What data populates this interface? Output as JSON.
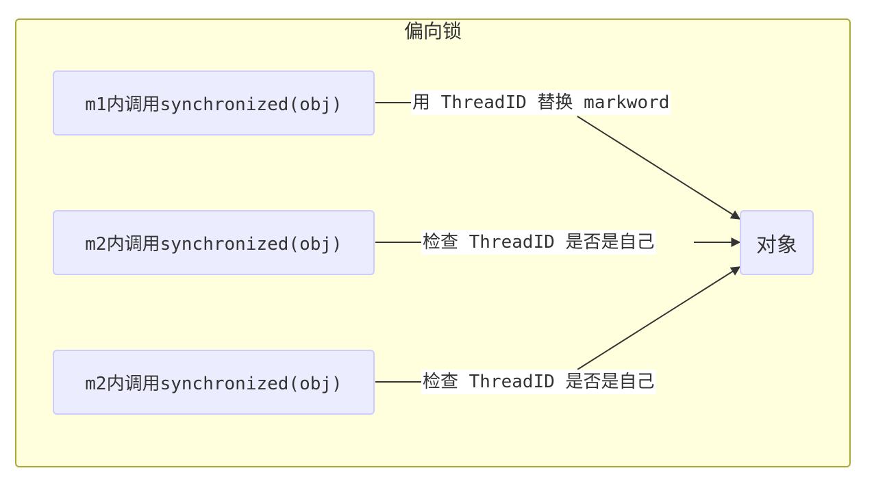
{
  "cluster": {
    "title": "偏向锁"
  },
  "nodes": {
    "m1": "m1内调用synchronized(obj)",
    "m2a": "m2内调用synchronized(obj)",
    "m2b": "m2内调用synchronized(obj)",
    "target": "对象"
  },
  "edges": [
    {
      "from": "m1",
      "to": "target",
      "label": "用 ThreadID 替换 markword"
    },
    {
      "from": "m2a",
      "to": "target",
      "label": "检查 ThreadID 是否是自己"
    },
    {
      "from": "m2b",
      "to": "target",
      "label": "检查 ThreadID 是否是自己"
    }
  ],
  "colors": {
    "cluster_fill": "#ffffde",
    "cluster_stroke": "#aaaa33",
    "node_fill": "#ececff",
    "node_stroke": "#ccccff",
    "edge": "#333333",
    "text": "#333333"
  }
}
